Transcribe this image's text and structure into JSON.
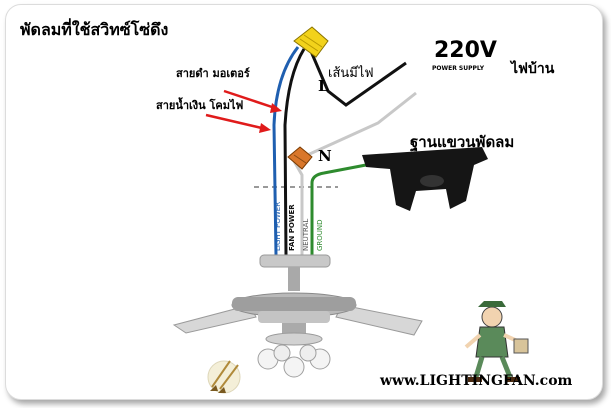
{
  "title": "พัดลมที่ใช้สวิทซ์โซ่ดึง",
  "labels": {
    "black_wire": "สายดำ มอเตอร์",
    "blue_wire": "สายน้ำเงิน โคมไฟ",
    "voltage": "220V",
    "power_supply": "POWER SUPPLY",
    "house_power": "ไฟบ้าน",
    "live_letter": "L",
    "live_text": "เส้นมีไฟ",
    "neutral_letter": "N",
    "mount_bracket": "ฐานแขวนพัดลม"
  },
  "wire_labels": {
    "light_power": "LIGHT POWER",
    "fan_power": "FAN POWER",
    "neutral": "NEUTRAL",
    "ground": "GROUND"
  },
  "website": "www.LIGHTINGFAN.com",
  "colors": {
    "blue_wire": "#1f5fb0",
    "black_wire": "#111111",
    "white_wire": "#bdbdbd",
    "green_wire": "#2e8b2e",
    "arrow": "#e01b1b",
    "wire_nut_yellow": "#f2d21b",
    "wire_nut_orange": "#d9772b"
  }
}
